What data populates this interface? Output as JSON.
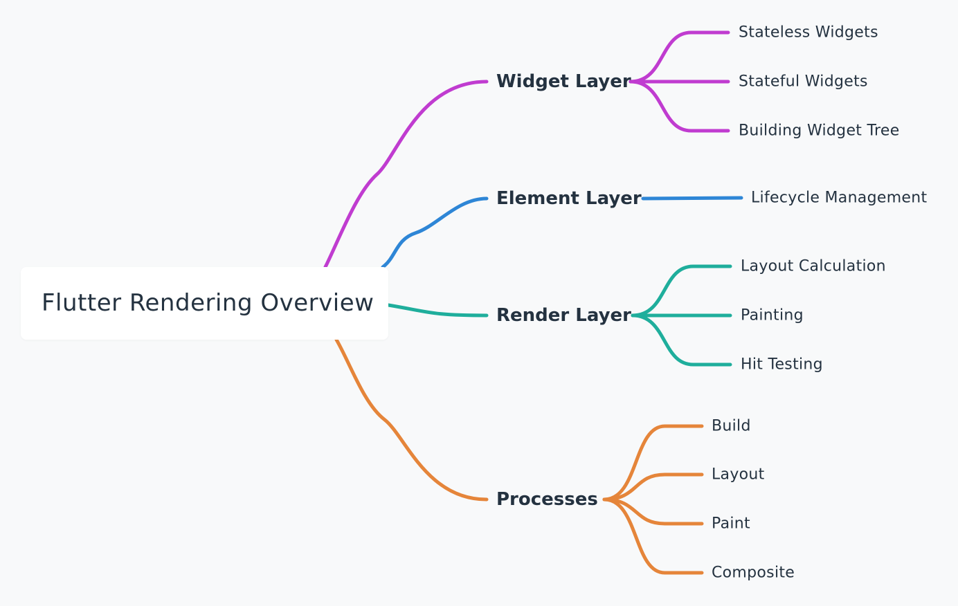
{
  "diagram": {
    "root": {
      "label": "Flutter Rendering Overview"
    },
    "branches": [
      {
        "label": "Widget Layer",
        "color": "#c03cd0",
        "children": [
          "Stateless Widgets",
          "Stateful Widgets",
          "Building Widget Tree"
        ]
      },
      {
        "label": "Element Layer",
        "color": "#2e86d6",
        "children": [
          "Lifecycle Management"
        ]
      },
      {
        "label": "Render Layer",
        "color": "#1fae9c",
        "children": [
          "Layout Calculation",
          "Painting",
          "Hit Testing"
        ]
      },
      {
        "label": "Processes",
        "color": "#e5853a",
        "children": [
          "Build",
          "Layout",
          "Paint",
          "Composite"
        ]
      }
    ]
  }
}
